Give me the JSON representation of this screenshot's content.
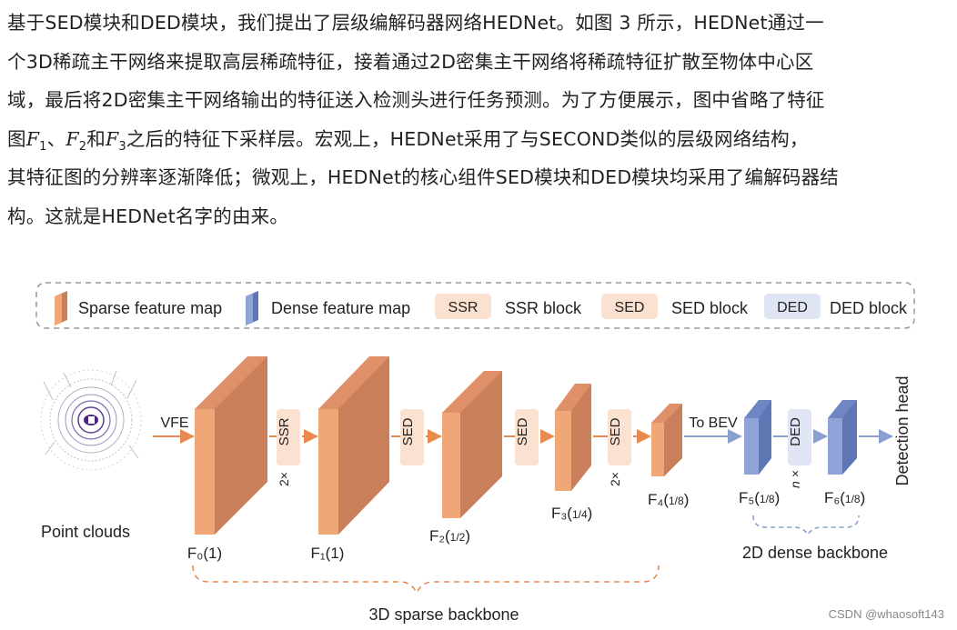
{
  "paragraph": {
    "line1": "基于SED模块和DED模块，我们提出了层级编解码器网络HEDNet。如图 3 所示，HEDNet通过一",
    "line2": "个3D稀疏主干网络来提取高层稀疏特征，接着通过2D密集主干网络将稀疏特征扩散至物体中心区",
    "line3": "域，最后将2D密集主干网络输出的特征送入检测头进行任务预测。为了方便展示，图中省略了特征",
    "line4_pre": "图",
    "f1": "F",
    "f1_sub": "1",
    "sep1": "、",
    "f2": "F",
    "f2_sub": "2",
    "sep2": "和",
    "f3": "F",
    "f3_sub": "3",
    "line4_post": "之后的特征下采样层。宏观上，HEDNet采用了与SECOND类似的层级网络结构，",
    "line5": "其特征图的分辨率逐渐降低；微观上，HEDNet的核心组件SED模块和DED模块均采用了编解码器结",
    "line6": "构。这就是HEDNet名字的由来。"
  },
  "legend": {
    "sparse": "Sparse feature map",
    "dense": "Dense feature map",
    "ssr_box": "SSR",
    "ssr": "SSR block",
    "sed_box": "SED",
    "sed": "SED block",
    "ded_box": "DED",
    "ded": "DED block"
  },
  "diagram": {
    "point_clouds": "Point  clouds",
    "vfe": "VFE",
    "ssr": "SSR",
    "sed": "SED",
    "ded": "DED",
    "ssr_times": "2×",
    "sed3_times": "2×",
    "ded_times": "n ×",
    "to_bev": "To BEV",
    "detection_head": "Detection head",
    "f0": "F₀(1)",
    "f1": "F₁(1)",
    "f2_lbl": "F₂(",
    "f2_frac": "1/2",
    "f3_lbl": "F₃(",
    "f3_frac": "1/4",
    "f4_lbl": "F₄(",
    "f4_frac": "1/8",
    "f5_lbl": "F₅(",
    "f5_frac": "1/8",
    "f6_lbl": "F₆(",
    "f6_frac": "1/8",
    "sparse_backbone": "3D sparse backbone",
    "dense_backbone": "2D dense backbone"
  },
  "colors": {
    "sparse_front": "#f0a778",
    "sparse_side": "#c9805a",
    "sparse_top": "#e09068",
    "dense_front": "#8fa3d6",
    "dense_side": "#5e76b4",
    "block_fill": "#fbe1d0",
    "ded_fill": "#dfe5f4",
    "arrow_orange": "#e88a4f",
    "arrow_blue": "#8a9ed0"
  },
  "watermark": "CSDN @whaosoft143"
}
